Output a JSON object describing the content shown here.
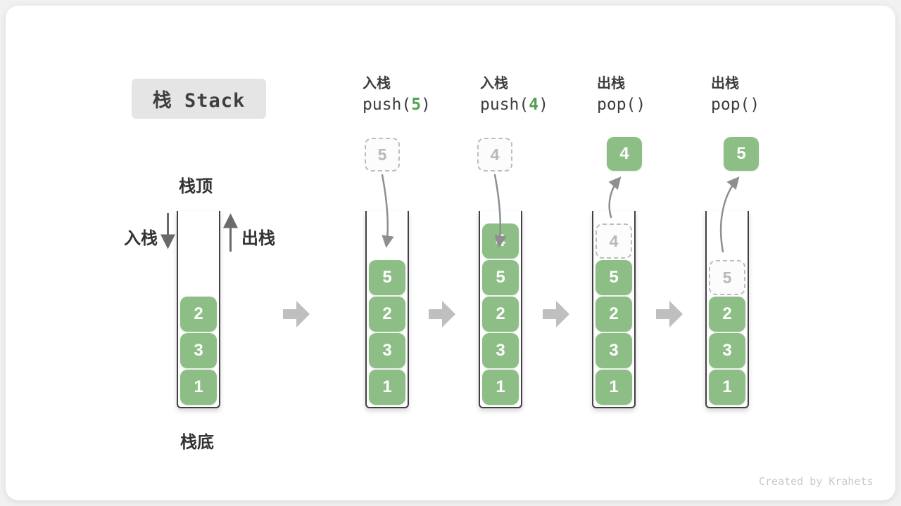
{
  "page": {
    "title_badge": "栈 Stack",
    "watermark": "Created by Krahets"
  },
  "labels": {
    "stack_top": "栈顶",
    "stack_bottom": "栈底",
    "push_side": "入栈",
    "pop_side": "出栈"
  },
  "colors": {
    "block_green": "#8dbe86",
    "code_arg_green": "#51a14f",
    "step_arrow_gray": "#bfbfbf",
    "curve_arrow_gray": "#8f8f8f",
    "side_arrow_gray": "#6a6a6a",
    "ghost_gray": "#b8b8b8",
    "badge_bg": "#e5e5e5"
  },
  "operations": [
    {
      "action": "入栈",
      "code_pre": "push(",
      "code_arg": "5",
      "code_post": ")"
    },
    {
      "action": "入栈",
      "code_pre": "push(",
      "code_arg": "4",
      "code_post": ")"
    },
    {
      "action": "出栈",
      "code_pre": "pop(",
      "code_arg": "",
      "code_post": ")"
    },
    {
      "action": "出栈",
      "code_pre": "pop(",
      "code_arg": "",
      "code_post": ")"
    }
  ],
  "stacks": [
    {
      "name": "initial",
      "blocks": [
        "2",
        "3",
        "1"
      ]
    },
    {
      "name": "after-push-5",
      "blocks": [
        "5",
        "2",
        "3",
        "1"
      ],
      "incoming_value": "5"
    },
    {
      "name": "after-push-4",
      "blocks": [
        "4",
        "5",
        "2",
        "3",
        "1"
      ],
      "incoming_value": "4"
    },
    {
      "name": "after-pop-4",
      "blocks": [
        "5",
        "2",
        "3",
        "1"
      ],
      "ghost_value": "4",
      "popped_value": "4"
    },
    {
      "name": "after-pop-5",
      "blocks": [
        "2",
        "3",
        "1"
      ],
      "ghost_value": "5",
      "popped_value": "5"
    }
  ]
}
